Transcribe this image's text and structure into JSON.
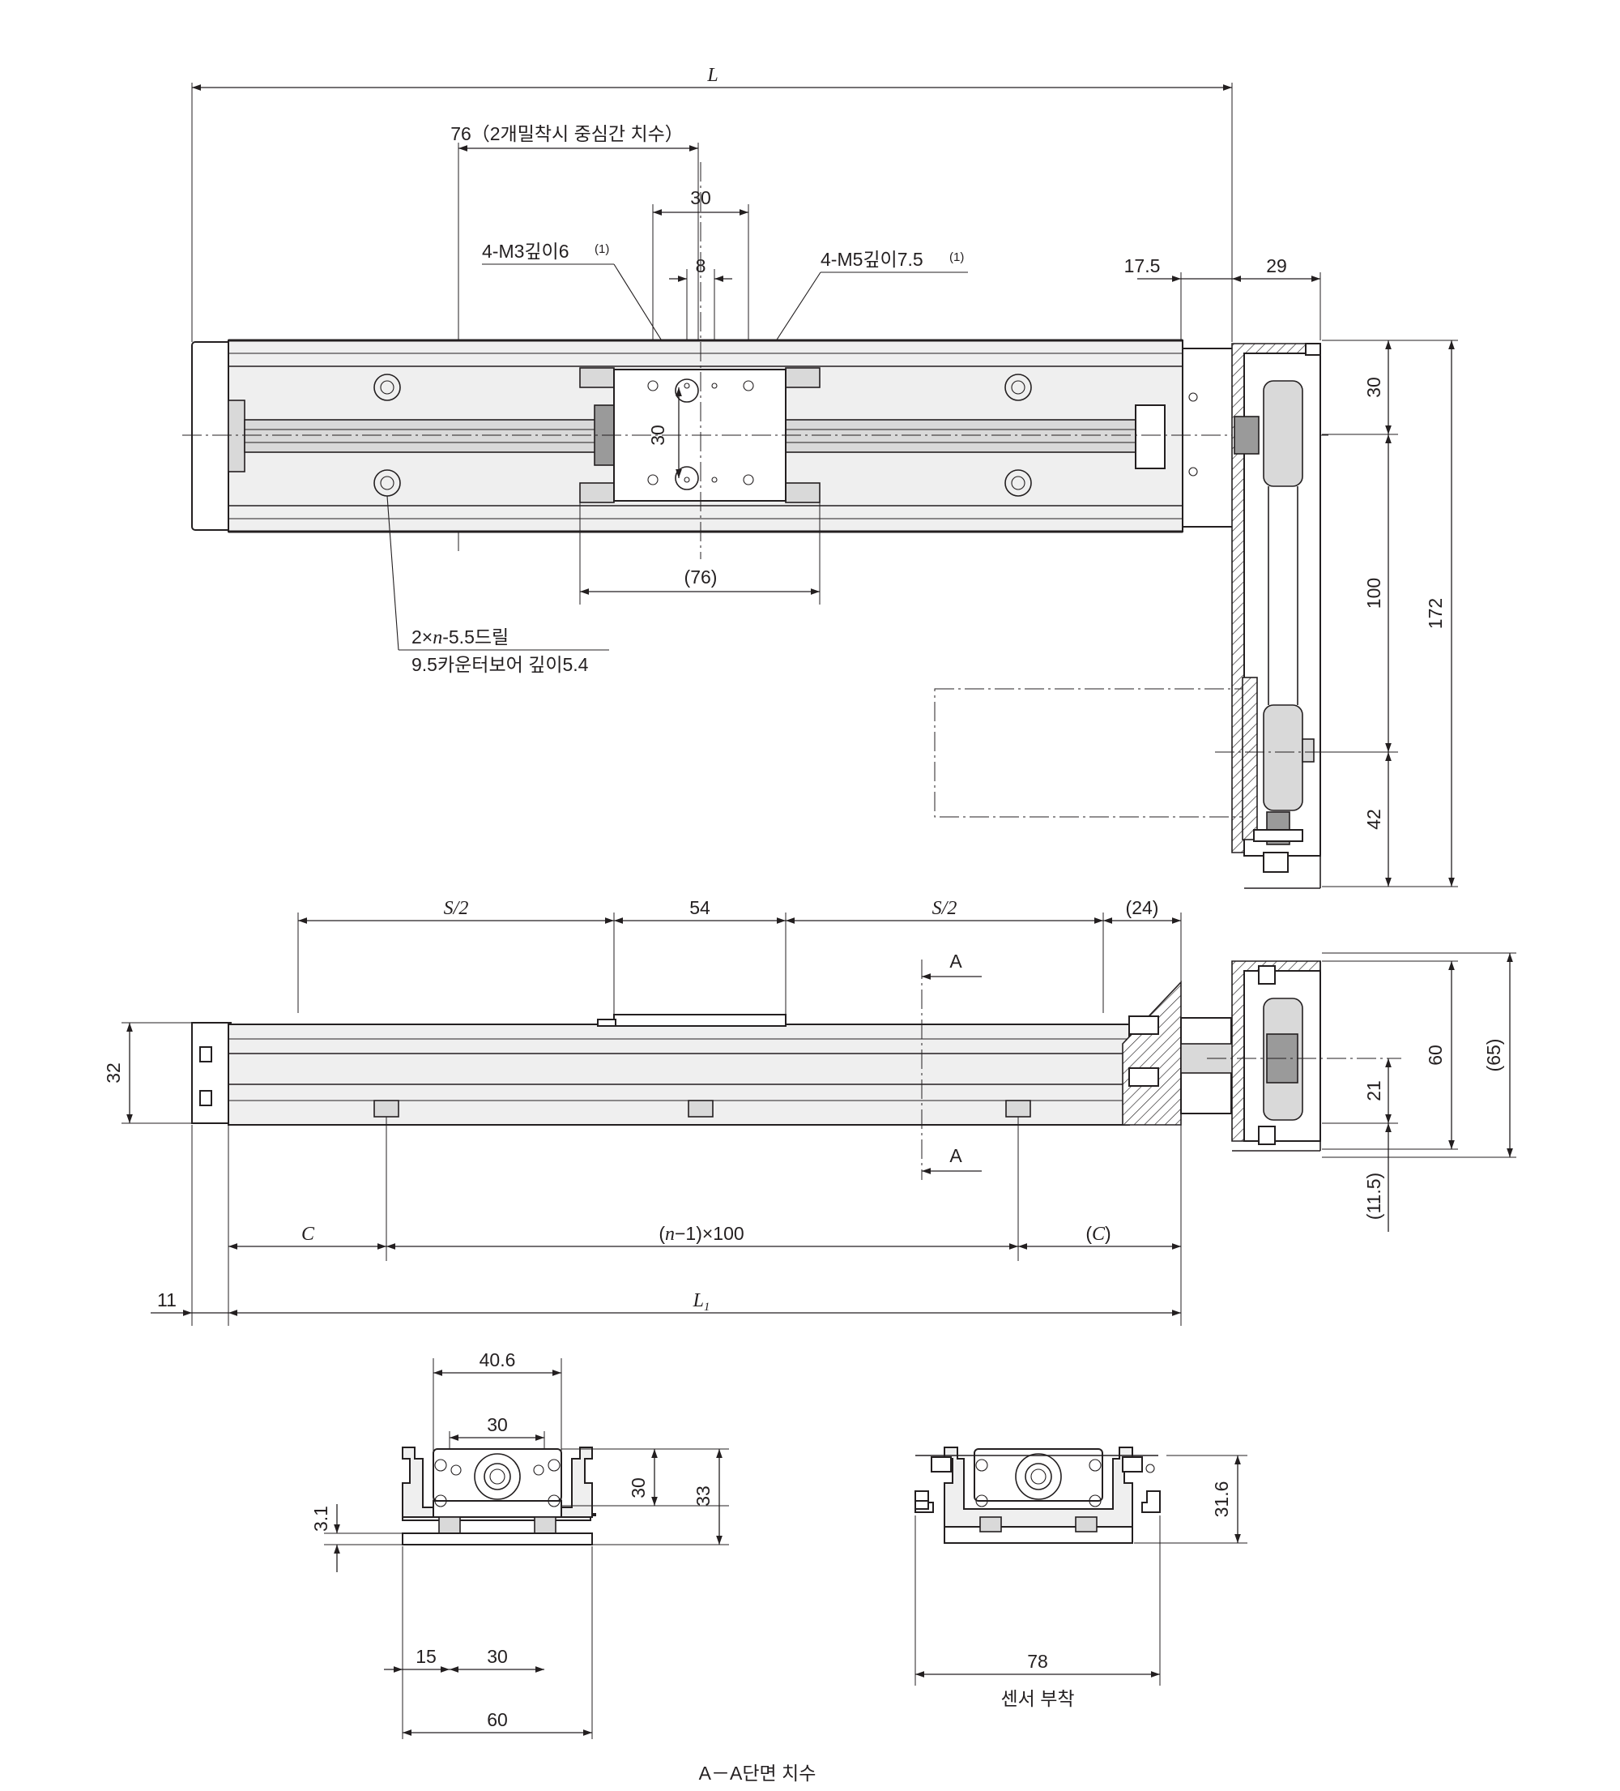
{
  "top_view": {
    "dim_L": "L",
    "dim_76_note": "76（2개밀착시 중심간 치수）",
    "dim_30_top": "30",
    "dim_8": "8",
    "callout_m3": "4-M3깊이6",
    "callout_m3_note": "(1)",
    "callout_m5": "4-M5깊이7.5",
    "callout_m5_note": "(1)",
    "dim_30_vertical": "30",
    "dim_76_paren": "(76)",
    "callout_drill_line1_a": "2×",
    "callout_drill_line1_n": "n",
    "callout_drill_line1_b": "-5.5드릴",
    "callout_drill_line2": "9.5카운터보어 깊이5.4"
  },
  "side_view": {
    "dim_17_5": "17.5",
    "dim_29": "29",
    "dim_30": "30",
    "dim_100": "100",
    "dim_172": "172",
    "dim_42": "42"
  },
  "front_view": {
    "dim_S2_left": "S/2",
    "dim_54": "54",
    "dim_S2_right": "S/2",
    "dim_24": "(24)",
    "section_A_top": "A",
    "section_A_bottom": "A",
    "dim_32": "32",
    "dim_60": "60",
    "dim_65": "(65)",
    "dim_21": "21",
    "dim_11_5": "(11.5)",
    "dim_C": "C",
    "dim_pitch_open": "(",
    "dim_pitch_n": "n",
    "dim_pitch_rest": "−1)×100",
    "dim_C_paren_open": "(",
    "dim_C_paren_c": "C",
    "dim_C_paren_close": ")",
    "dim_11": "11",
    "dim_L1": "L",
    "dim_L1_sub": "1"
  },
  "section_view": {
    "dim_40_6": "40.6",
    "dim_30_upper": "30",
    "dim_30_height": "30",
    "dim_33": "33",
    "dim_3_1": "3.1",
    "dim_15": "15",
    "dim_30_lower": "30",
    "dim_60": "60",
    "caption": "A－A단면 치수"
  },
  "sensor_view": {
    "dim_31_6": "31.6",
    "dim_78": "78",
    "caption": "센서 부착"
  }
}
